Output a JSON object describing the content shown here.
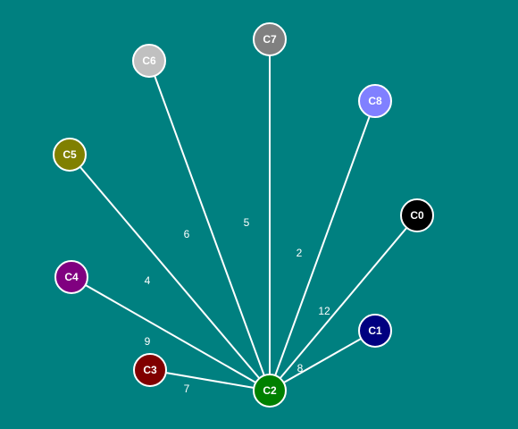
{
  "colors": {
    "background": "#008080",
    "edge": "#ffffff",
    "node_border": "#ffffff",
    "edge_label": "#ffffff"
  },
  "graph": {
    "nodes": [
      {
        "id": "C0",
        "label": "C0",
        "fill": "#000000",
        "text": "#ffffff"
      },
      {
        "id": "C1",
        "label": "C1",
        "fill": "#000080",
        "text": "#ffffff"
      },
      {
        "id": "C2",
        "label": "C2",
        "fill": "#008000",
        "text": "#ffffff"
      },
      {
        "id": "C3",
        "label": "C3",
        "fill": "#800000",
        "text": "#ffffff"
      },
      {
        "id": "C4",
        "label": "C4",
        "fill": "#800080",
        "text": "#ffffff"
      },
      {
        "id": "C5",
        "label": "C5",
        "fill": "#808000",
        "text": "#ffffff"
      },
      {
        "id": "C6",
        "label": "C6",
        "fill": "#c0c0c0",
        "text": "#ffffff"
      },
      {
        "id": "C7",
        "label": "C7",
        "fill": "#808080",
        "text": "#ffffff"
      },
      {
        "id": "C8",
        "label": "C8",
        "fill": "#8080ff",
        "text": "#ffffff"
      }
    ],
    "edges": [
      {
        "from": "C2",
        "to": "C0",
        "label": "12"
      },
      {
        "from": "C2",
        "to": "C1",
        "label": "8"
      },
      {
        "from": "C2",
        "to": "C3",
        "label": "7"
      },
      {
        "from": "C2",
        "to": "C4",
        "label": "9"
      },
      {
        "from": "C2",
        "to": "C5",
        "label": "4"
      },
      {
        "from": "C2",
        "to": "C6",
        "label": "6"
      },
      {
        "from": "C2",
        "to": "C7",
        "label": "5"
      },
      {
        "from": "C2",
        "to": "C8",
        "label": "2"
      }
    ]
  }
}
